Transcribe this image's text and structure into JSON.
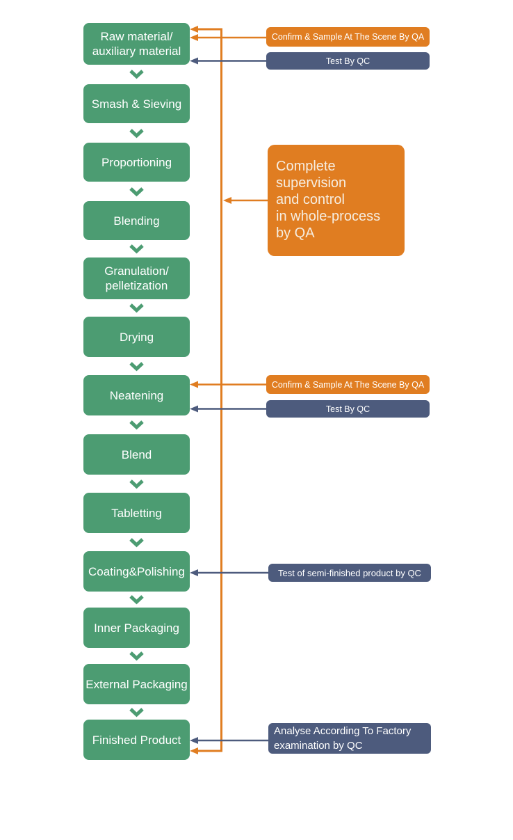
{
  "colors": {
    "green": "#4C9C72",
    "orange": "#E07D21",
    "navy": "#4D5B7D",
    "box-text": "#FFFFFF",
    "orange-box-text": "#F6EDE0",
    "bg": "#FFFFFF"
  },
  "steps": [
    {
      "label": "Raw material/\nauxiliary material"
    },
    {
      "label": "Smash & Sieving"
    },
    {
      "label": "Proportioning"
    },
    {
      "label": "Blending"
    },
    {
      "label": "Granulation/\npelletization"
    },
    {
      "label": "Drying"
    },
    {
      "label": "Neatening"
    },
    {
      "label": "Blend"
    },
    {
      "label": "Tabletting"
    },
    {
      "label": "Coating&Polishing"
    },
    {
      "label": "Inner Packaging"
    },
    {
      "label": "External Packaging"
    },
    {
      "label": "Finished Product"
    }
  ],
  "annotations": {
    "qa_sample_top": "Confirm & Sample At The Scene By QA",
    "qc_test_top": "Test By QC",
    "qa_supervision": "Complete\nsupervision\nand control\nin whole-process\nby QA",
    "qa_sample_neatening": "Confirm & Sample At The Scene By QA",
    "qc_test_neatening": "Test By QC",
    "qc_semi_finished": "Test of semi-finished product by QC",
    "qc_factory_exam": "Analyse According To Factory\nexamination by QC"
  }
}
